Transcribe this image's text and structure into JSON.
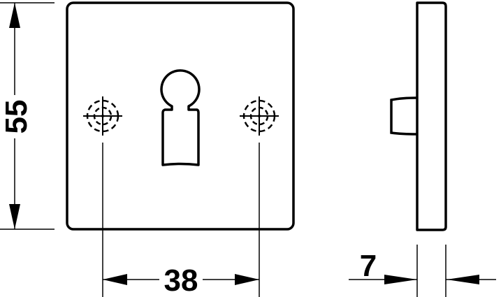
{
  "drawing": {
    "height_dimension": "55",
    "hole_spacing_dimension": "38",
    "thickness_dimension": "7",
    "colors": {
      "line": "#000000",
      "background": "#ffffff"
    }
  }
}
